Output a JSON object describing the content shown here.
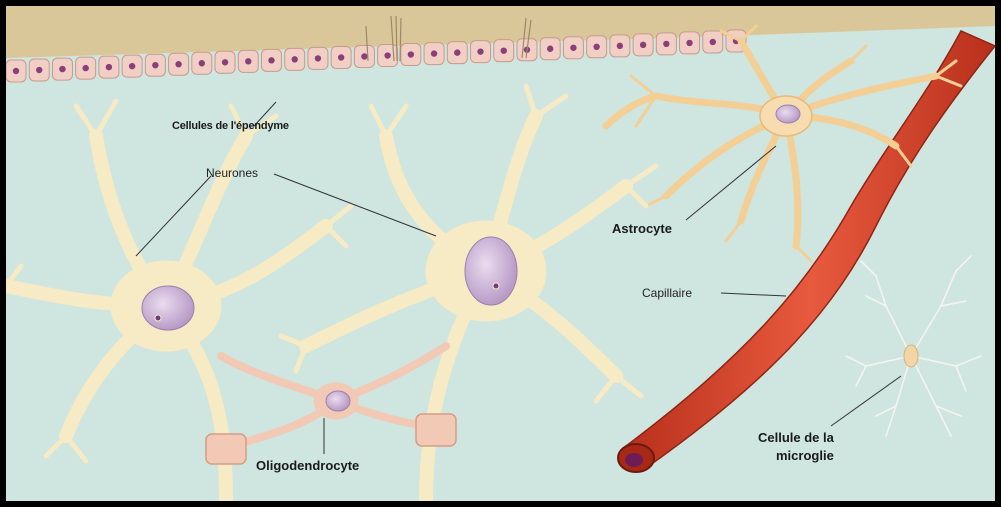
{
  "labels": {
    "ependyme": "Cellules de l'épendyme",
    "neurones": "Neurones",
    "astrocyte": "Astrocyte",
    "capillaire": "Capillaire",
    "microglie_line1": "Cellule de la",
    "microglie_line2": "microglie",
    "oligodendrocyte": "Oligodendrocyte"
  },
  "colors": {
    "background": "#cfe5df",
    "ventricle": "#d9c79a",
    "neuron": "#f6ebc4",
    "nucleus": "#cdb5d6",
    "astrocyte": "#f3cf95",
    "capillary": "#d8472e",
    "oligodendrocyte": "#f1c9b4"
  }
}
